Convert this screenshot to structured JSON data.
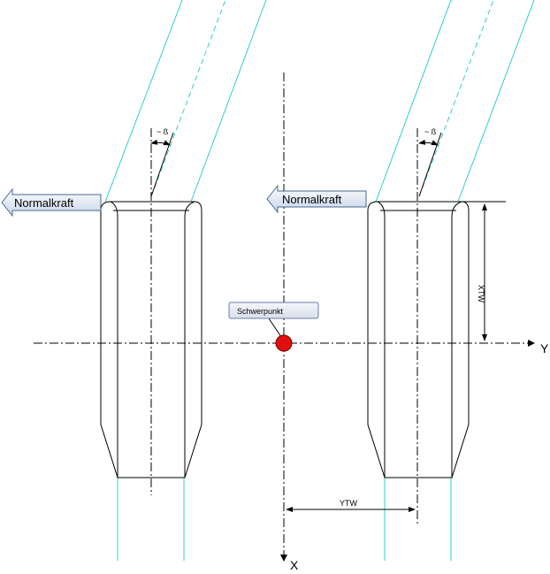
{
  "labels": {
    "normal_force_left": "Normalkraft",
    "normal_force_right": "Normalkraft",
    "center_of_gravity": "Schwerpunkt",
    "beta_left": "~ ß",
    "beta_right": "~ ß",
    "xtw": "XTW",
    "ytw": "YTW",
    "axis_y": "Y",
    "axis_x": "X"
  },
  "colors": {
    "line": "#000000",
    "cyan": "#33cccc",
    "dashed_cyan": "#33cccc",
    "arrow_fill_top": "#ffffff",
    "arrow_fill_bottom": "#c9d7ea",
    "arrow_stroke": "#4a6790",
    "center_point": "#e01010",
    "callout_fill": "#e6eaf2",
    "callout_stroke": "#6a7fa0"
  }
}
